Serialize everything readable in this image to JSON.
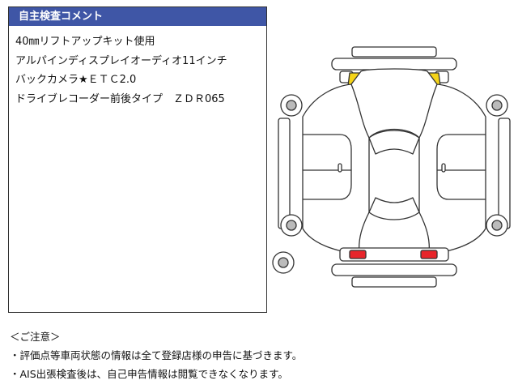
{
  "comment": {
    "header": "自主検査コメント",
    "lines": [
      "40㎜リフトアップキット使用",
      "アルパインディスプレイオーディオ11インチ",
      "バックカメラ★ＥＴＣ2.0",
      "ドライブレコーダー前後タイプ　ＺＤＲ065"
    ]
  },
  "notes": {
    "title": "＜ご注意＞",
    "lines": [
      "・評価点等車両状態の情報は全て登録店様の申告に基づきます。",
      "・AIS出張検査後は、自己申告情報は閲覧できなくなります。"
    ]
  },
  "diagram": {
    "outline_color": "#333333",
    "front_marker_color": "#f5d419",
    "rear_marker_color": "#e8242a"
  }
}
